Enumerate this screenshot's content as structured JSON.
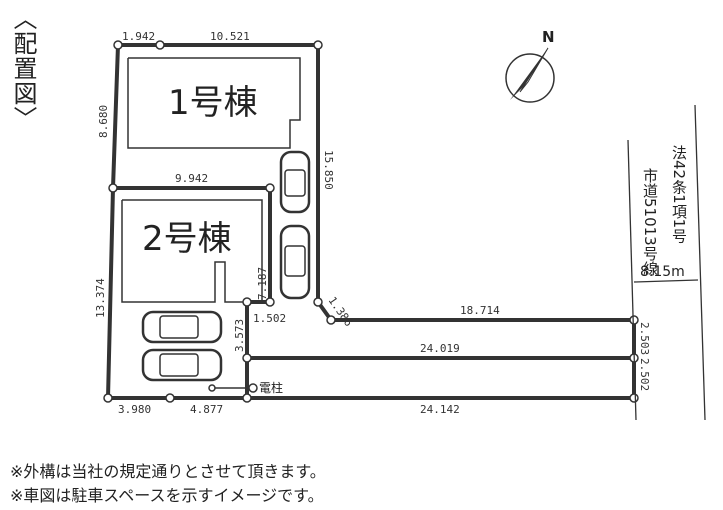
{
  "title": "〈配置図〉",
  "buildings": {
    "b1": "1号棟",
    "b2": "2号棟"
  },
  "compass": "N",
  "dimensions": {
    "d1": "1.942",
    "d2": "10.521",
    "d3": "8.680",
    "d4": "15.850",
    "d5": "9.942",
    "d6": "13.374",
    "d7": "7.187",
    "d8": "1.502",
    "d9": "1.386",
    "d10": "18.714",
    "d11": "3.573",
    "d12": "24.019",
    "d13": "2.503",
    "d14": "2.502",
    "d15": "3.980",
    "d16": "4.877",
    "d17": "24.142"
  },
  "pole_label": "電柱",
  "road": {
    "name": "市道51013号線",
    "law": "法42条1項1号",
    "width": "8.15m"
  },
  "notes": [
    "※外構は当社の規定通りとさせて頂きます。",
    "※車図は駐車スペースを示すイメージです。"
  ]
}
